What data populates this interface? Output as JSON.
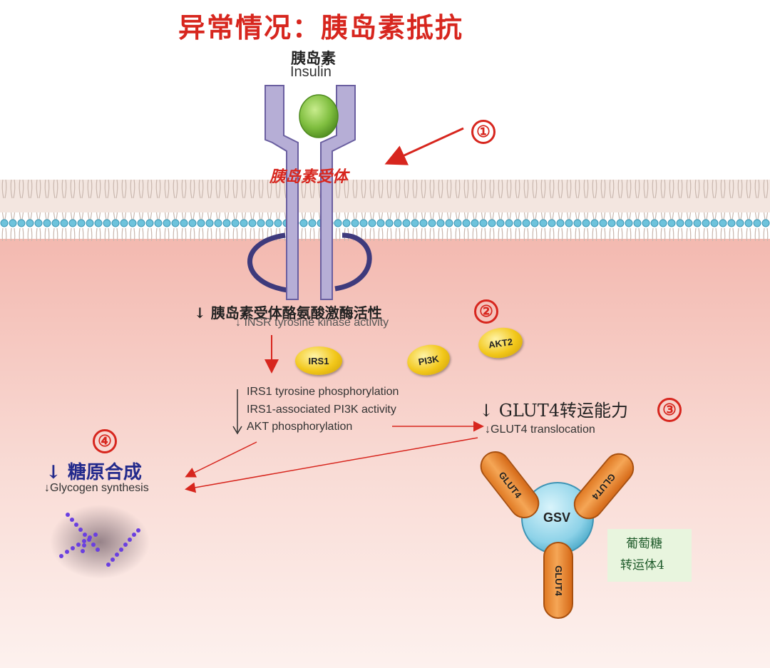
{
  "title": "异常情况：胰岛素抵抗",
  "insulin": {
    "cn": "胰岛素",
    "en": "Insulin"
  },
  "receptor_label": "胰岛素受体",
  "markers": [
    "①",
    "②",
    "③",
    "④"
  ],
  "kinase": {
    "cn": "↓ 胰岛素受体酪氨酸激酶活性",
    "en": "↓ INSR tyrosine kinase activity"
  },
  "proteins": [
    "IRS1",
    "PI3K",
    "AKT2"
  ],
  "cascade": [
    "IRS1 tyrosine phosphorylation",
    "IRS1-associated PI3K activity",
    "AKT phosphorylation"
  ],
  "glut4_block": {
    "cn": "↓ GLUT4转运能力",
    "en": "↓GLUT4 translocation"
  },
  "glycogen_block": {
    "cn": "↓ 糖原合成",
    "en": "↓Glycogen synthesis"
  },
  "gsv": {
    "center": "GSV",
    "arms": [
      "GLUT4",
      "GLUT4",
      "GLUT4"
    ]
  },
  "glut4_caption": [
    "葡萄糖",
    "转运体4"
  ],
  "colors": {
    "title_red": "#d7261e",
    "cytoplasm": "#f6c9c2",
    "membrane_blue": "#6ec3dc",
    "receptor": "#b6aed6",
    "loop": "#3e3a7c",
    "insulin_green": "#7fbe3f",
    "navy_text": "#232a8c"
  }
}
